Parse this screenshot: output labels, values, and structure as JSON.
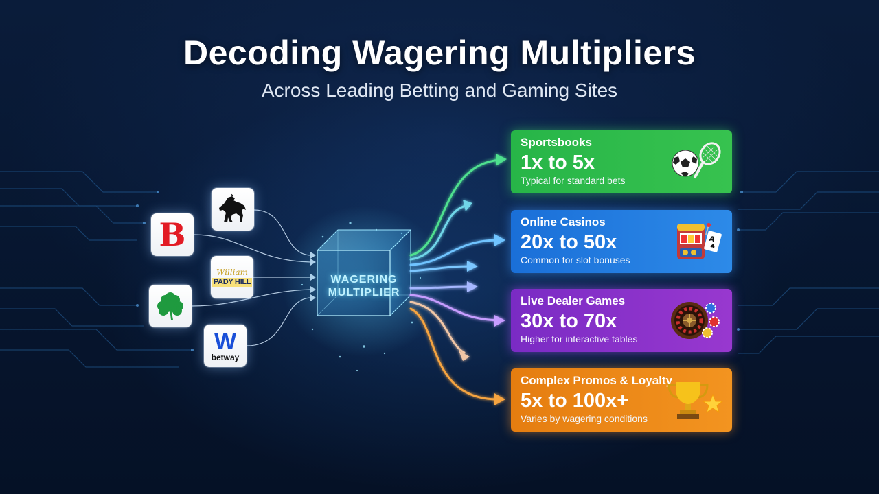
{
  "title": "Decoding Wagering Multipliers",
  "subtitle": "Across Leading Betting and Gaming Sites",
  "logos": {
    "b": "B",
    "wh_line1": "William",
    "wh_line2": "PADY HILL",
    "betway_mark": "W",
    "betway_name": "betway"
  },
  "center": {
    "line1": "WAGERING",
    "line2": "MULTIPLIER"
  },
  "cards": [
    {
      "title": "Sportsbooks",
      "range": "1x to 5x",
      "note": "Typical for standard bets",
      "icon": "soccer-tennis-icon",
      "color": "#2fbb4c"
    },
    {
      "title": "Online Casinos",
      "range": "20x to 50x",
      "note": "Common for slot bonuses",
      "icon": "slot-machine-icon",
      "color": "#2280e0"
    },
    {
      "title": "Live Dealer Games",
      "range": "30x to 70x",
      "note": "Higher for interactive tables",
      "icon": "roulette-icon",
      "color": "#8a33ca"
    },
    {
      "title": "Complex Promos & Loyalty",
      "range": "5x to 100x+",
      "note": "Varies by wagering conditions",
      "icon": "trophy-icon",
      "color": "#ec8918"
    }
  ]
}
